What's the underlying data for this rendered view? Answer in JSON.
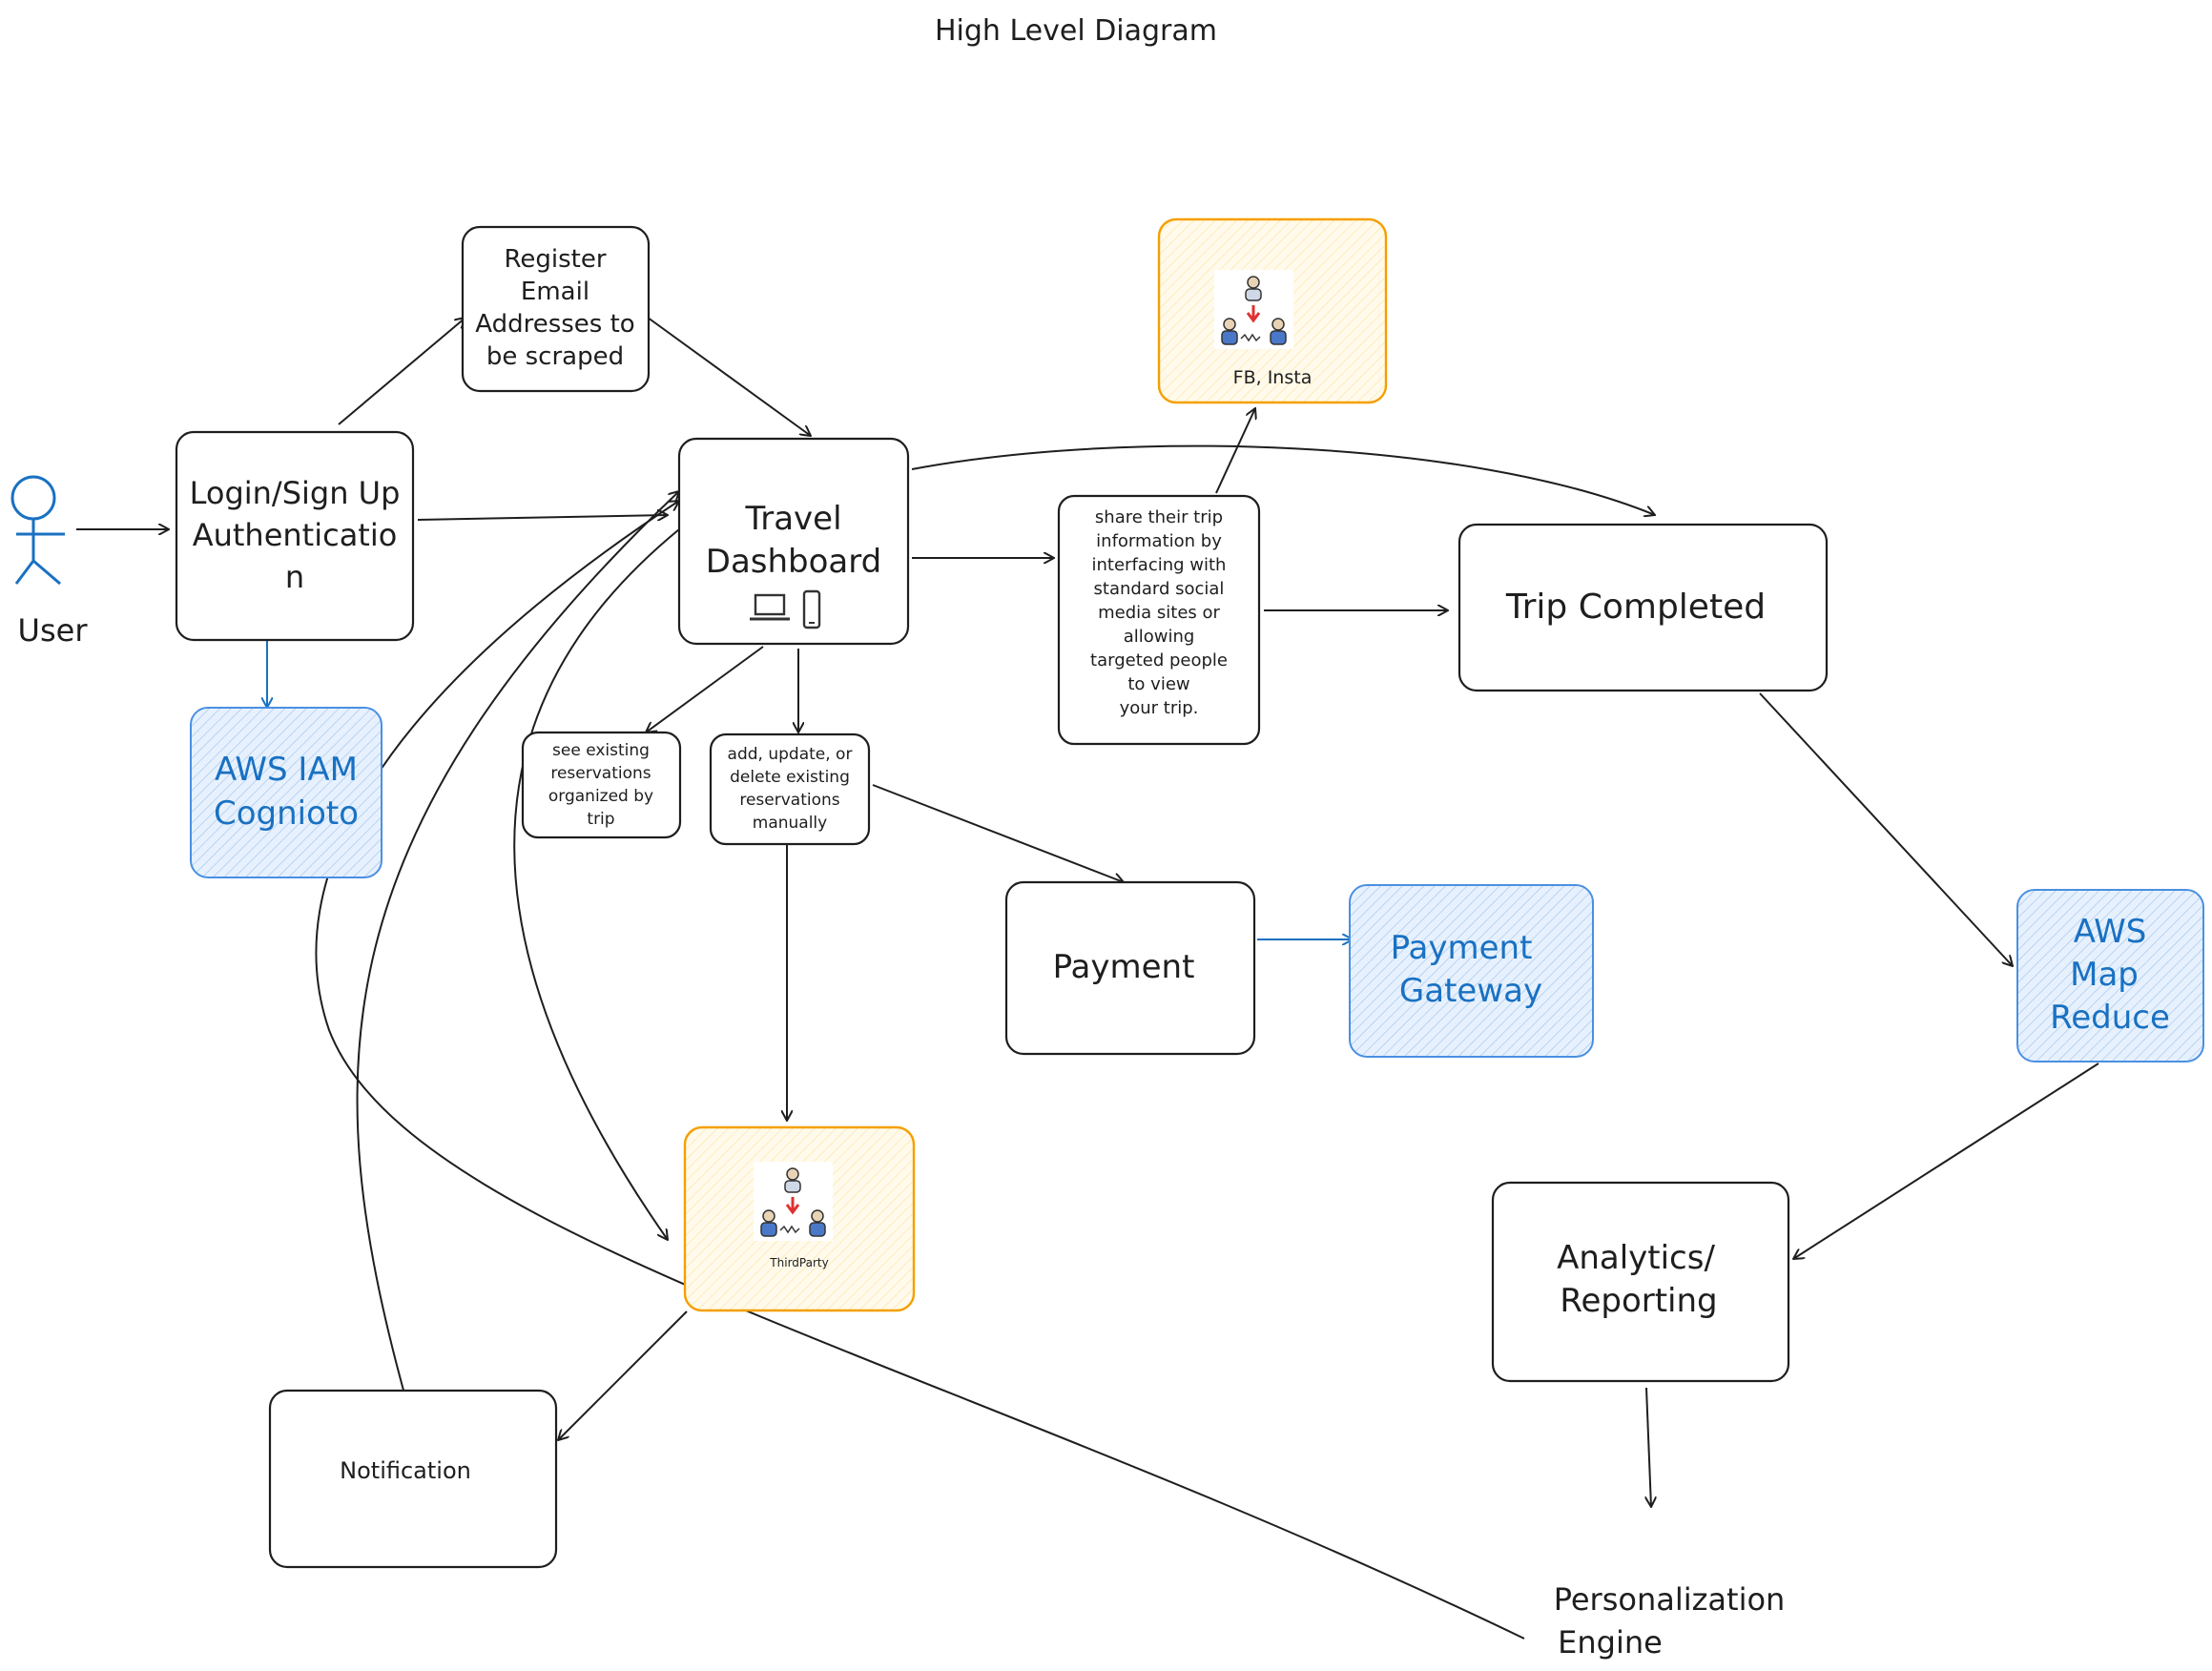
{
  "title": "High Level Diagram",
  "actor": {
    "label": "User"
  },
  "nodes": {
    "login": [
      "Login/Sign Up",
      "Authenticatio",
      "n"
    ],
    "register": [
      "Register",
      "Email",
      "Addresses to",
      "be scraped"
    ],
    "dashboard": [
      "Travel",
      "Dashboard"
    ],
    "aws_iam": [
      "AWS IAM",
      "Cognioto"
    ],
    "social_card_label": "FB, Insta",
    "share": [
      "share their trip",
      "information by",
      "interfacing with",
      "standard social",
      "media sites or",
      "allowing",
      "targeted people",
      "to view",
      "your trip."
    ],
    "trip_completed": "Trip Completed",
    "see_existing": [
      "see existing",
      "reservations",
      "organized by",
      "trip"
    ],
    "add_update": [
      "add, update, or",
      "delete existing",
      "reservations",
      "manually"
    ],
    "payment": "Payment",
    "payment_gateway": [
      "Payment",
      "Gateway"
    ],
    "aws_map_reduce": [
      "AWS",
      "Map",
      "Reduce"
    ],
    "third_party_label": "ThirdParty",
    "analytics": [
      "Analytics/",
      "Reporting"
    ],
    "notification": "Notification",
    "personalization": [
      "Personalization",
      "Engine"
    ]
  },
  "colors": {
    "stroke": "#1e1e1e",
    "blue_text": "#1971c2",
    "blue_fill": "#d0e7ff",
    "orange_stroke": "#f59f00",
    "orange_fill": "#fff3c4"
  },
  "icons": [
    "stick-figure-user-icon",
    "laptop-icon",
    "phone-icon",
    "people-network-icon"
  ]
}
